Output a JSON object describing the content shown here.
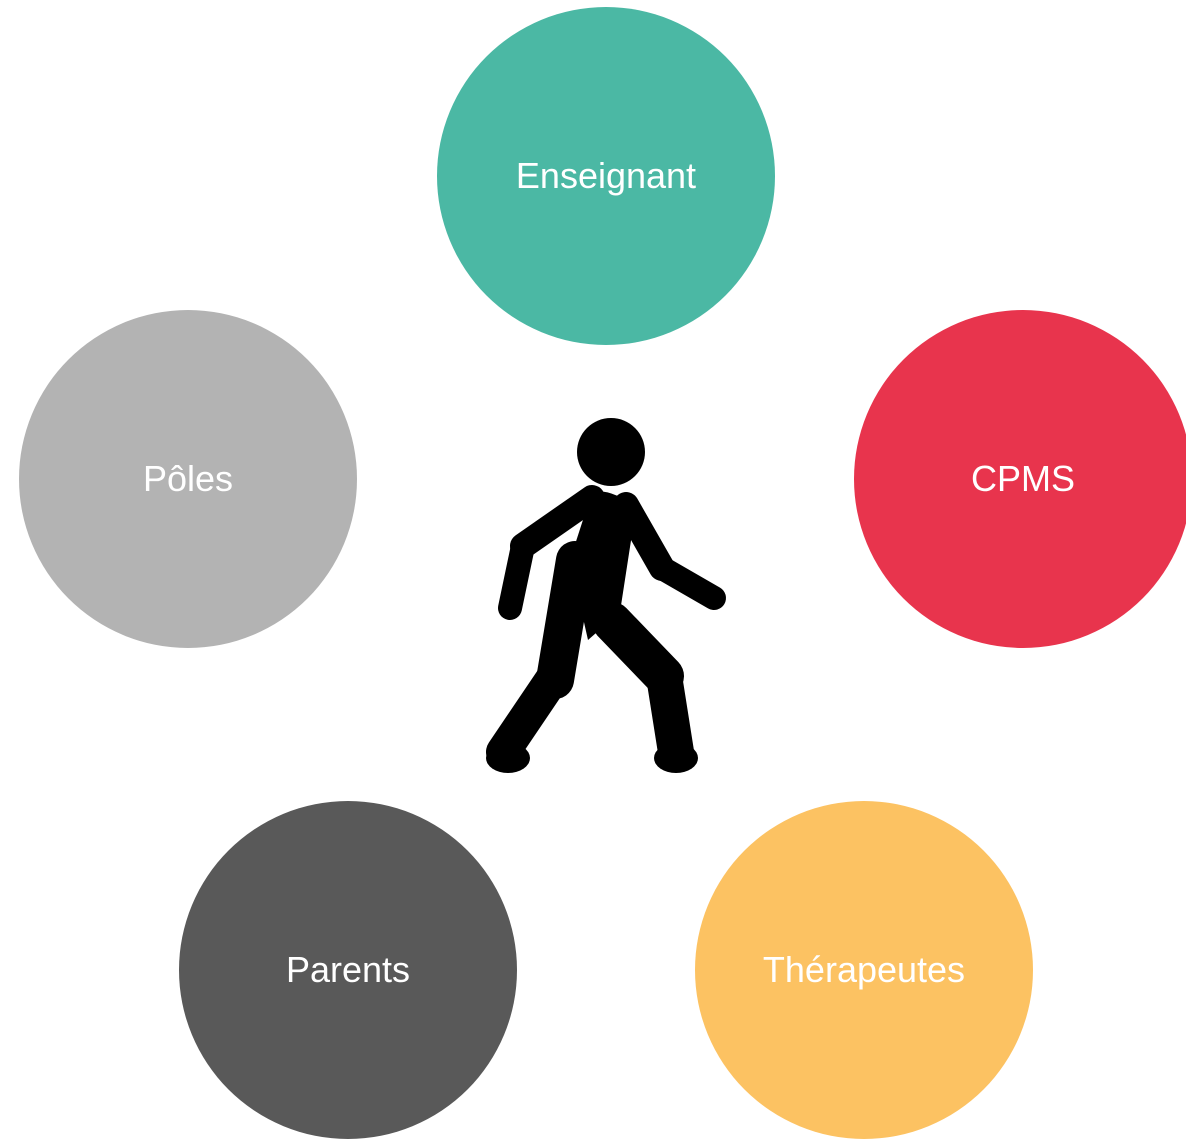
{
  "diagram": {
    "center_icon": "walking-person-icon",
    "nodes": [
      {
        "id": "enseignant",
        "label": "Enseignant",
        "color": "#4BB8A4"
      },
      {
        "id": "cpms",
        "label": "CPMS",
        "color": "#E8344D"
      },
      {
        "id": "poles",
        "label": "Pôles",
        "color": "#B3B3B3"
      },
      {
        "id": "parents",
        "label": "Parents",
        "color": "#595959"
      },
      {
        "id": "therapeutes",
        "label": "Thérapeutes",
        "color": "#FCC262"
      }
    ]
  }
}
